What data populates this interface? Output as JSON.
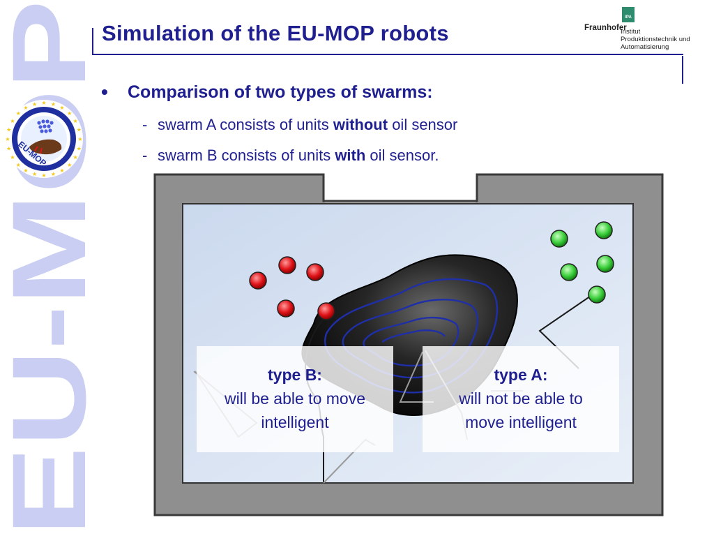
{
  "sidebar": {
    "vertical_word": "EU-MOP",
    "logo_text": "EU-MOP",
    "colors": {
      "letters": "#c9cef2",
      "ring": "#1f2f9f",
      "stars": "#f2c81a"
    }
  },
  "header": {
    "title": "Simulation of the EU-MOP robots",
    "institute": {
      "name": "Fraunhofer",
      "lines": [
        "Institut",
        "Produktionstechnik und",
        "Automatisierung"
      ],
      "badge": "IPA"
    }
  },
  "content": {
    "bullet": "Comparison of two types of swarms:",
    "sub_items": [
      {
        "dash": "-",
        "prefix": "swarm A consists of units ",
        "bold": "without",
        "suffix": " oil sensor"
      },
      {
        "dash": "-",
        "prefix": "swarm B consists of units ",
        "bold": "with",
        "suffix": " oil sensor."
      }
    ]
  },
  "diagram": {
    "colors": {
      "wall": "#8f8f8f",
      "water": "#dbe6f4",
      "oil": "#1a1a1a",
      "contour": "#1f2fa8",
      "red": "#e0141a",
      "green": "#3ccf3c"
    },
    "callouts": {
      "type_b": {
        "head": "type B:",
        "lines": [
          "will be able to move",
          "intelligent"
        ]
      },
      "type_a": {
        "head": "type A:",
        "lines": [
          "will not be able to",
          "move intelligent"
        ]
      }
    }
  }
}
